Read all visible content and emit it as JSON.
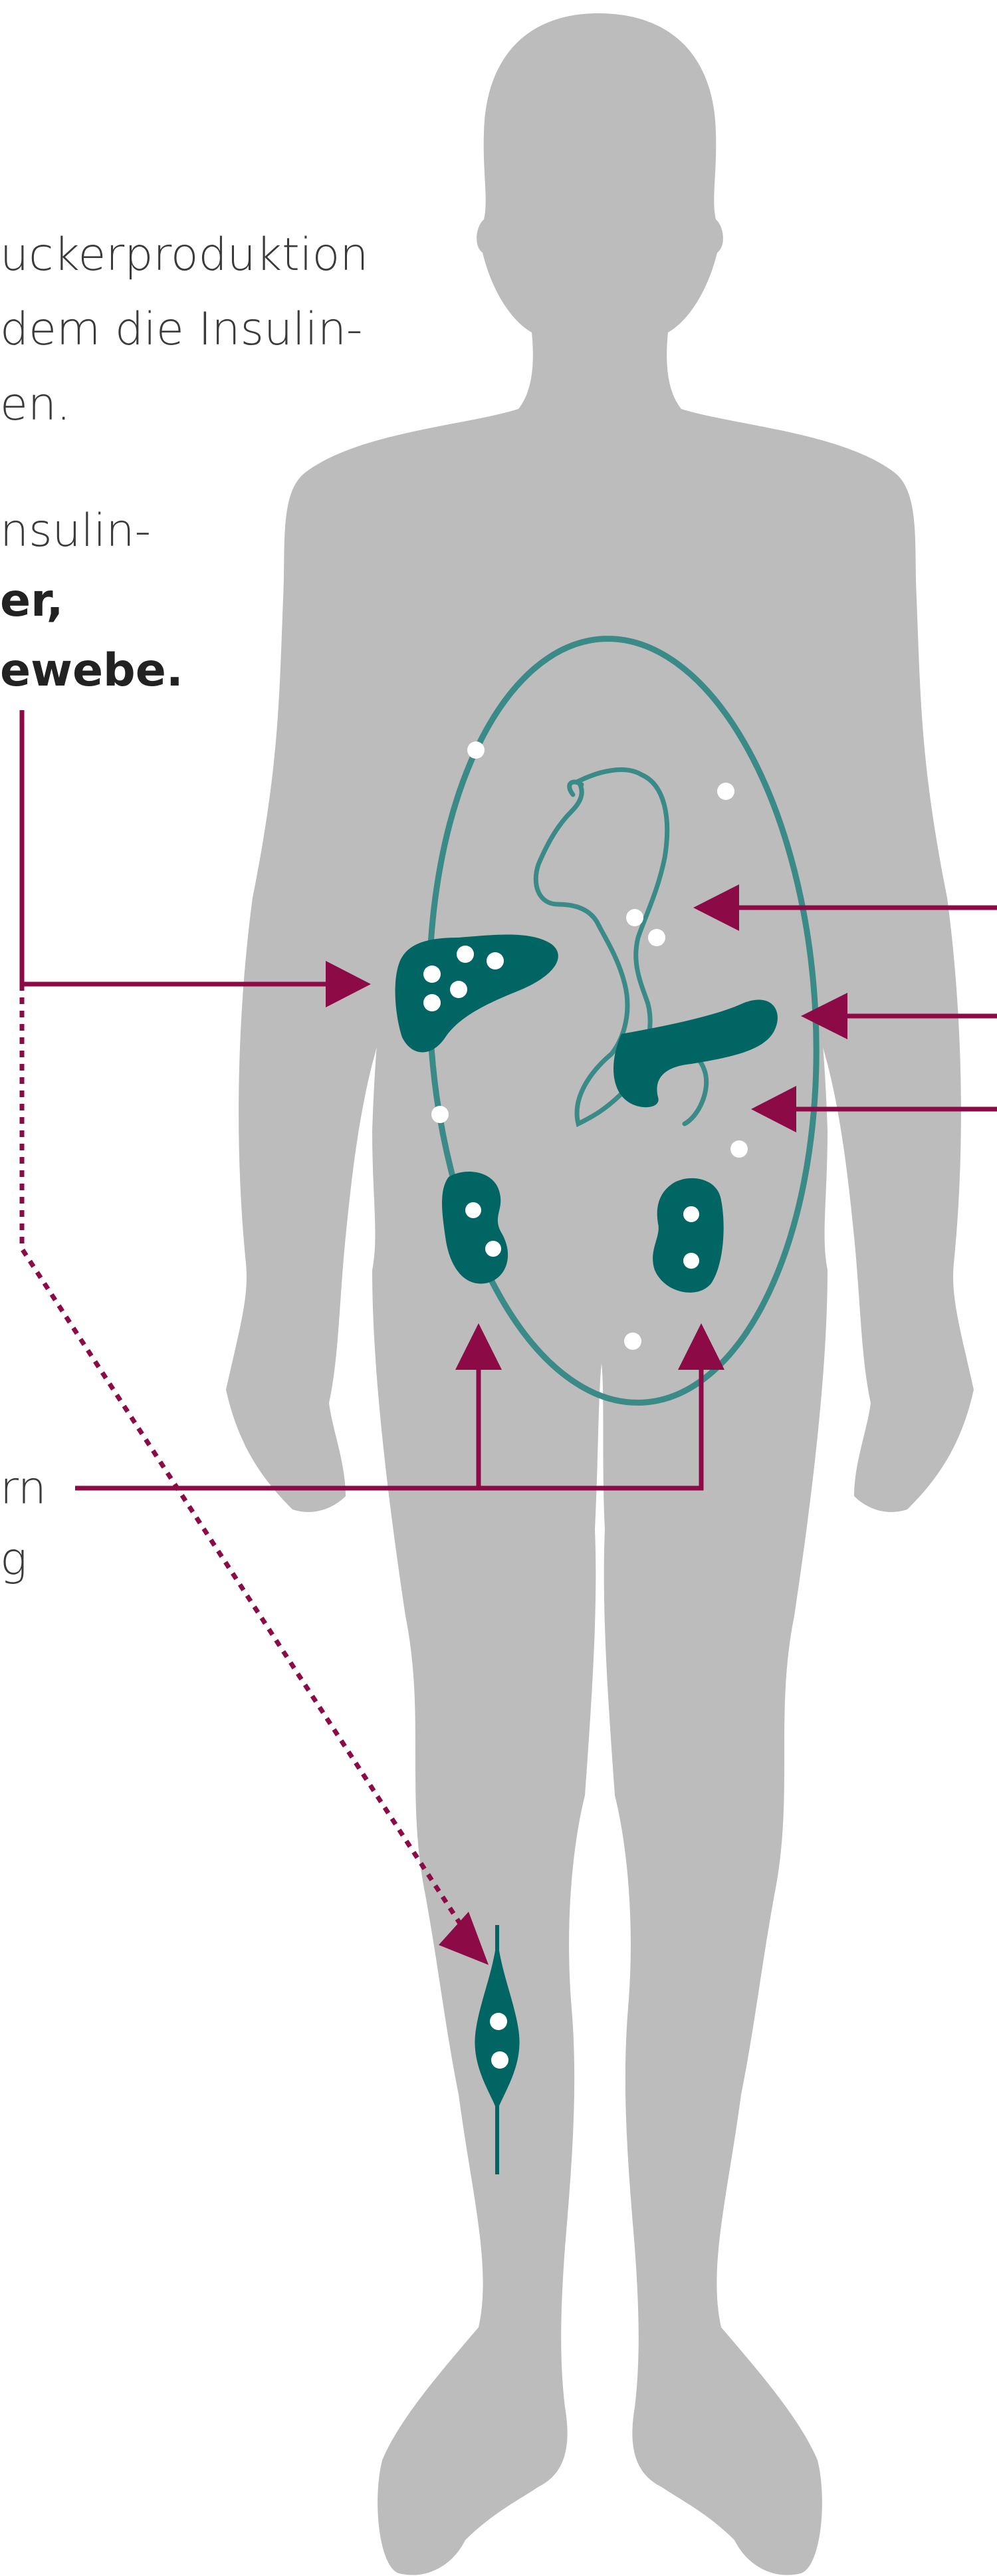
{
  "colors": {
    "body": "#bcbcbc",
    "organ": "#006563",
    "outline": "#3a8a88",
    "arrow": "#8c0a45",
    "dot": "#ffffff"
  },
  "text": {
    "line1": "uckerproduktion",
    "line2": "dem die Insulin-",
    "line3": "en.",
    "line4": "nsulin-",
    "line5": "er,",
    "line6": "ewebe.",
    "line7": "rn",
    "line8": "g"
  }
}
